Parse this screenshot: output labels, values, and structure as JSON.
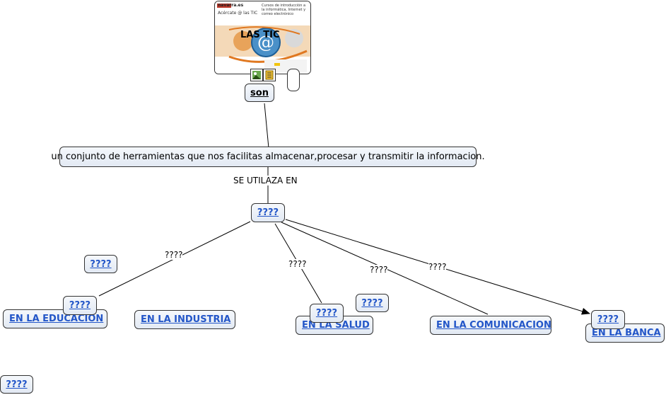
{
  "map": {
    "root_image_labels": {
      "brand": "navarra.es",
      "tagline": "Acércate @ las TIC",
      "course": "Cursos de introducción a la informática, Internet y correo electrónico",
      "title": "LAS TIC"
    },
    "linking_words": {
      "son": "son",
      "se_utiliza_en": "SE UTILAZA EN",
      "unknown": "????"
    },
    "definition": "un conjunto de herramientas que nos facilitas almacenar,procesar y transmitir la informacion.",
    "hub": "????",
    "placeholder": "????",
    "areas": {
      "educacion": "EN LA EDUCACION ",
      "industria": "EN LA INDUSTRIA ",
      "salud": "EN LA SALUD ",
      "comunicacion": "EN LA COMUNICACION",
      "banca": "EN LA BANCA "
    }
  },
  "colors": {
    "link": "#2356c8",
    "line": "#000000",
    "node_border": "#333333",
    "node_fill": "#e2e9f3"
  },
  "icons": [
    "image-icon",
    "document-icon"
  ]
}
